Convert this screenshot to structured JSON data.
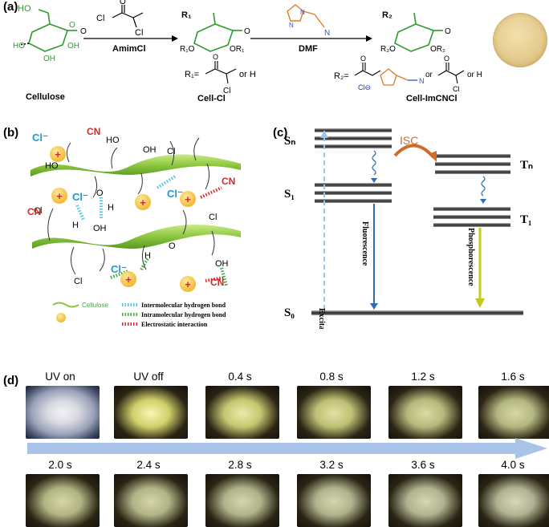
{
  "panel_a": {
    "label": "(a)",
    "reagent1": "AmimCl",
    "reagent2": "DMF",
    "names": [
      "Cellulose",
      "Cell-Cl",
      "Cell-ImCNCl"
    ],
    "cl": "Cl",
    "r1_def": "R₁=",
    "r2_def": "R₂=",
    "or_h": "or H",
    "or": "or",
    "o": "O",
    "oh": "OH",
    "ho": "HO",
    "n": "N",
    "cl_minus": "Cl⊖",
    "r1_o": "R₁O",
    "or1": "OR₁",
    "r2_o": "R₂O",
    "or2": "OR₂",
    "r1": "R₁",
    "r2": "R₂"
  },
  "panel_b": {
    "label": "(b)",
    "legend": [
      "Cellulose",
      "Intermolecular hydrogen bond",
      "Intramolecular hydrogen bond",
      "Electrostatic interaction"
    ],
    "cn": "CN",
    "cl_minus": "Cl⁻",
    "cl": "Cl",
    "ho": "HO",
    "oh": "OH",
    "h": "H",
    "o": "O",
    "plus": "+"
  },
  "panel_c": {
    "label": "(c)",
    "states": [
      "Sₙ",
      "S₁",
      "S₀",
      "Tₙ",
      "T₁"
    ],
    "isc": "ISC",
    "transitions": [
      "Excitation",
      "Fluorescence",
      "Phosphorescence"
    ]
  },
  "panel_d": {
    "label": "(d)",
    "top_labels": [
      "UV on",
      "UV off",
      "0.4 s",
      "0.8 s",
      "1.2 s",
      "1.6 s"
    ],
    "bottom_labels": [
      "2.0 s",
      "2.4 s",
      "2.8 s",
      "3.2 s",
      "3.6 s",
      "4.0 s"
    ],
    "top_glow": [
      0.0,
      1.0,
      0.85,
      0.72,
      0.55,
      0.45
    ],
    "bottom_glow": [
      0.38,
      0.32,
      0.26,
      0.2,
      0.15,
      0.1
    ],
    "arrow_color": "#a9c3e8"
  }
}
